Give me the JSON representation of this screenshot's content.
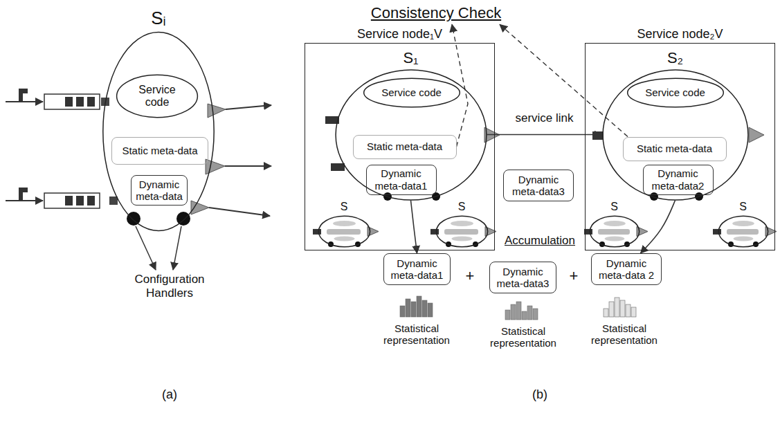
{
  "diagram": {
    "nodes": [
      {
        "text": [
          "Sᵢ"
        ]
      },
      {
        "text": [
          "Service code"
        ],
        "in": 0
      },
      {
        "text": [
          "Static meta-data"
        ],
        "in": 0
      },
      {
        "text": [
          "Dynamic meta-data"
        ],
        "in": 0
      },
      {
        "text": [
          "Service node₁V"
        ]
      },
      {
        "text": [
          "S₁"
        ],
        "in": 4
      },
      {
        "text": [
          "Service code"
        ],
        "in": 5
      },
      {
        "text": [
          "Static meta-data"
        ],
        "in": 5
      },
      {
        "text": [
          "Dynamic meta-data1"
        ],
        "in": 5
      },
      {
        "text": [
          "S"
        ],
        "in": 4
      },
      {
        "text": [
          "S"
        ],
        "in": 4
      },
      {
        "text": [
          "Dynamic meta-data3"
        ]
      },
      {
        "text": [
          "Service node₂V"
        ]
      },
      {
        "text": [
          "S₂"
        ],
        "in": 12
      },
      {
        "text": [
          "Service code"
        ],
        "in": 13
      },
      {
        "text": [
          "Static meta-data"
        ],
        "in": 13
      },
      {
        "text": [
          "Dynamic meta-data2"
        ],
        "in": 13
      },
      {
        "text": [
          "S"
        ],
        "in": 12
      },
      {
        "text": [
          "S"
        ],
        "in": 12
      },
      {
        "text": [
          "Consistency Check"
        ]
      },
      {
        "text": [
          "Dynamic meta-data1"
        ]
      },
      {
        "text": [
          "Dynamic meta-data3"
        ]
      },
      {
        "text": [
          "Dynamic meta-data 2"
        ]
      }
    ],
    "edges": [
      {
        "from": 7,
        "to": 19,
        "arrow": "to"
      },
      {
        "from": 15,
        "to": 19,
        "arrow": "to"
      },
      {
        "from": 5,
        "to": 13,
        "label": "service link",
        "arrow": "to"
      },
      {
        "from": 5,
        "to": 20,
        "arrow": "to"
      },
      {
        "from": 13,
        "to": 22,
        "arrow": "to"
      }
    ],
    "labels": [
      "Configuration Handlers",
      "Accumulation",
      "+",
      "+",
      "Statistical representation",
      "Statistical representation",
      "Statistical representation",
      "(a)",
      "(b)"
    ]
  }
}
